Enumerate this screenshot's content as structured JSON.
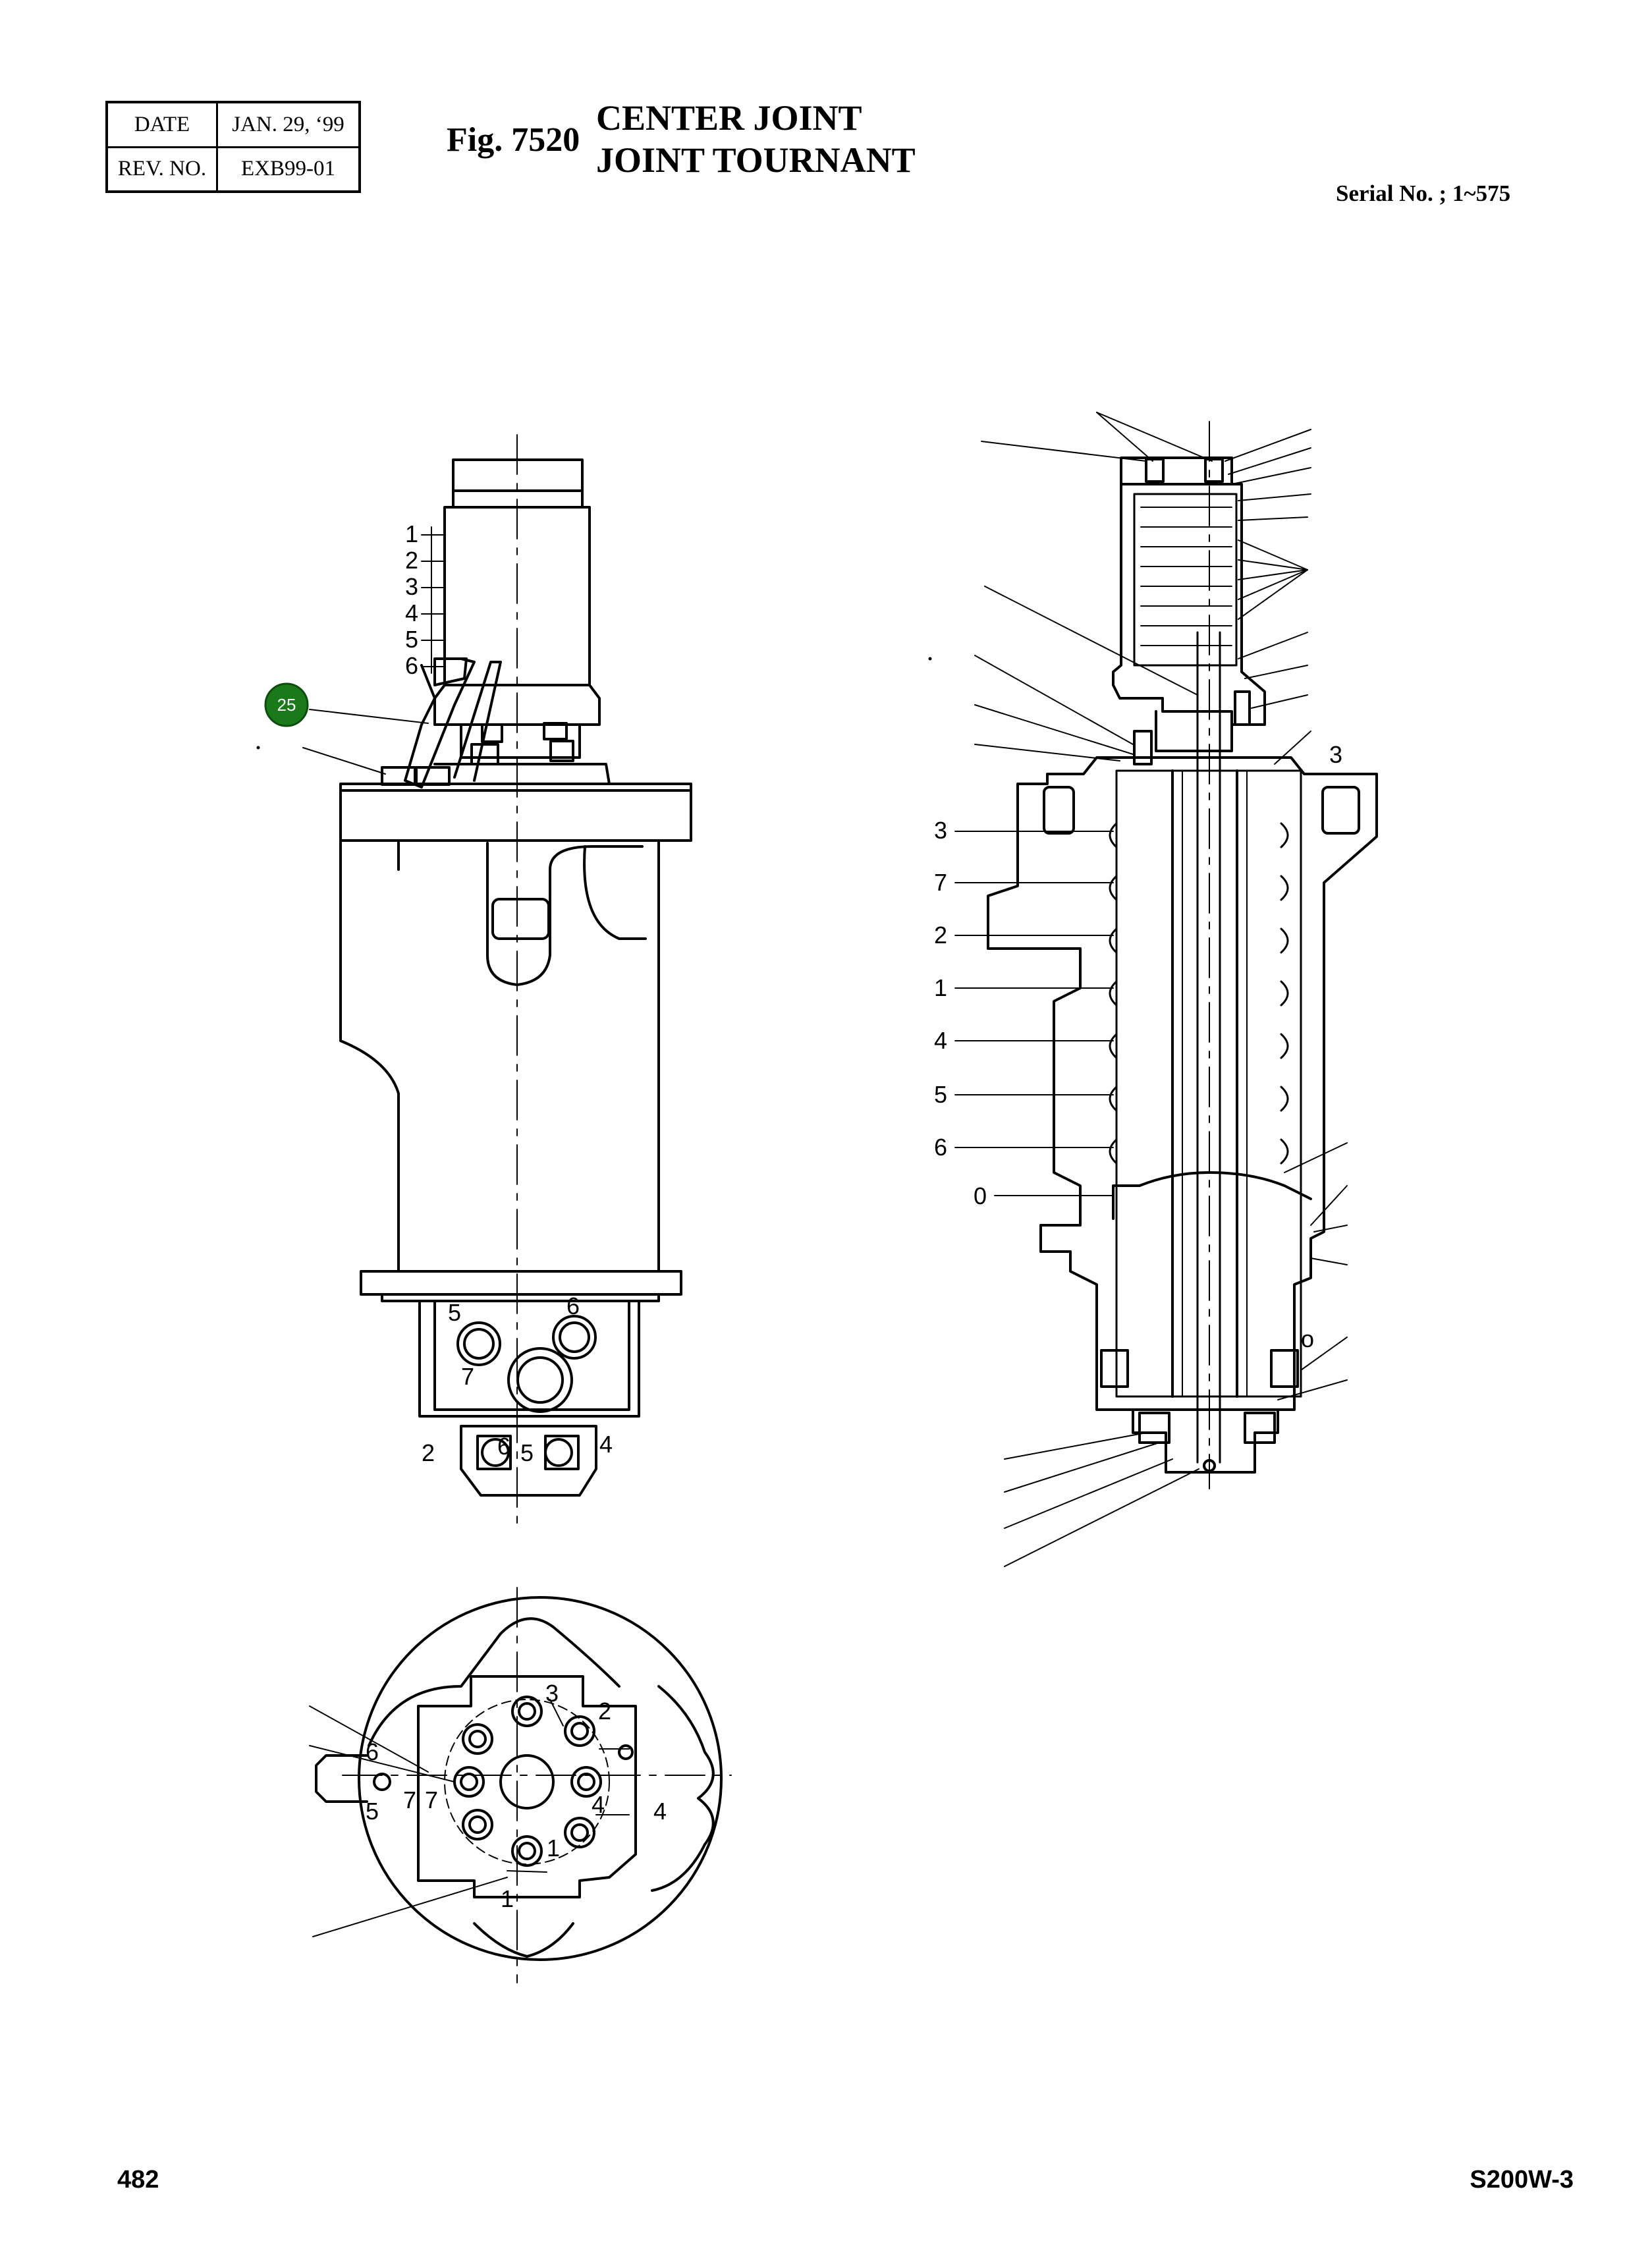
{
  "header": {
    "date_label": "DATE",
    "date_value": "JAN. 29, ‘99",
    "rev_label": "REV. NO.",
    "rev_value": "EXB99-01",
    "fig_label": "Fig. 7520",
    "title_en": "CENTER JOINT",
    "title_fr": "JOINT TOURNANT",
    "serial": "Serial No. ; 1~575"
  },
  "callouts": {
    "side_view": [
      "1",
      "2",
      "3",
      "4",
      "5",
      "6"
    ],
    "badge": "25",
    "flange_ports": [
      "5",
      "6",
      "7"
    ],
    "bottom_ports": [
      "2",
      "6",
      "5",
      "4"
    ],
    "section_left": [
      "3",
      "7",
      "2",
      "1",
      "4",
      "5",
      "6",
      "0"
    ],
    "section_right": "3",
    "section_small_o": "o",
    "bottom_view": [
      "3",
      "2",
      "6",
      "7",
      "7",
      "5",
      "4",
      "4",
      "1",
      "1"
    ]
  },
  "colors": {
    "badge_fill": "#1a7a1a",
    "badge_stroke": "#0d4d0d"
  },
  "footer": {
    "page": "482",
    "model": "S200W-3"
  }
}
